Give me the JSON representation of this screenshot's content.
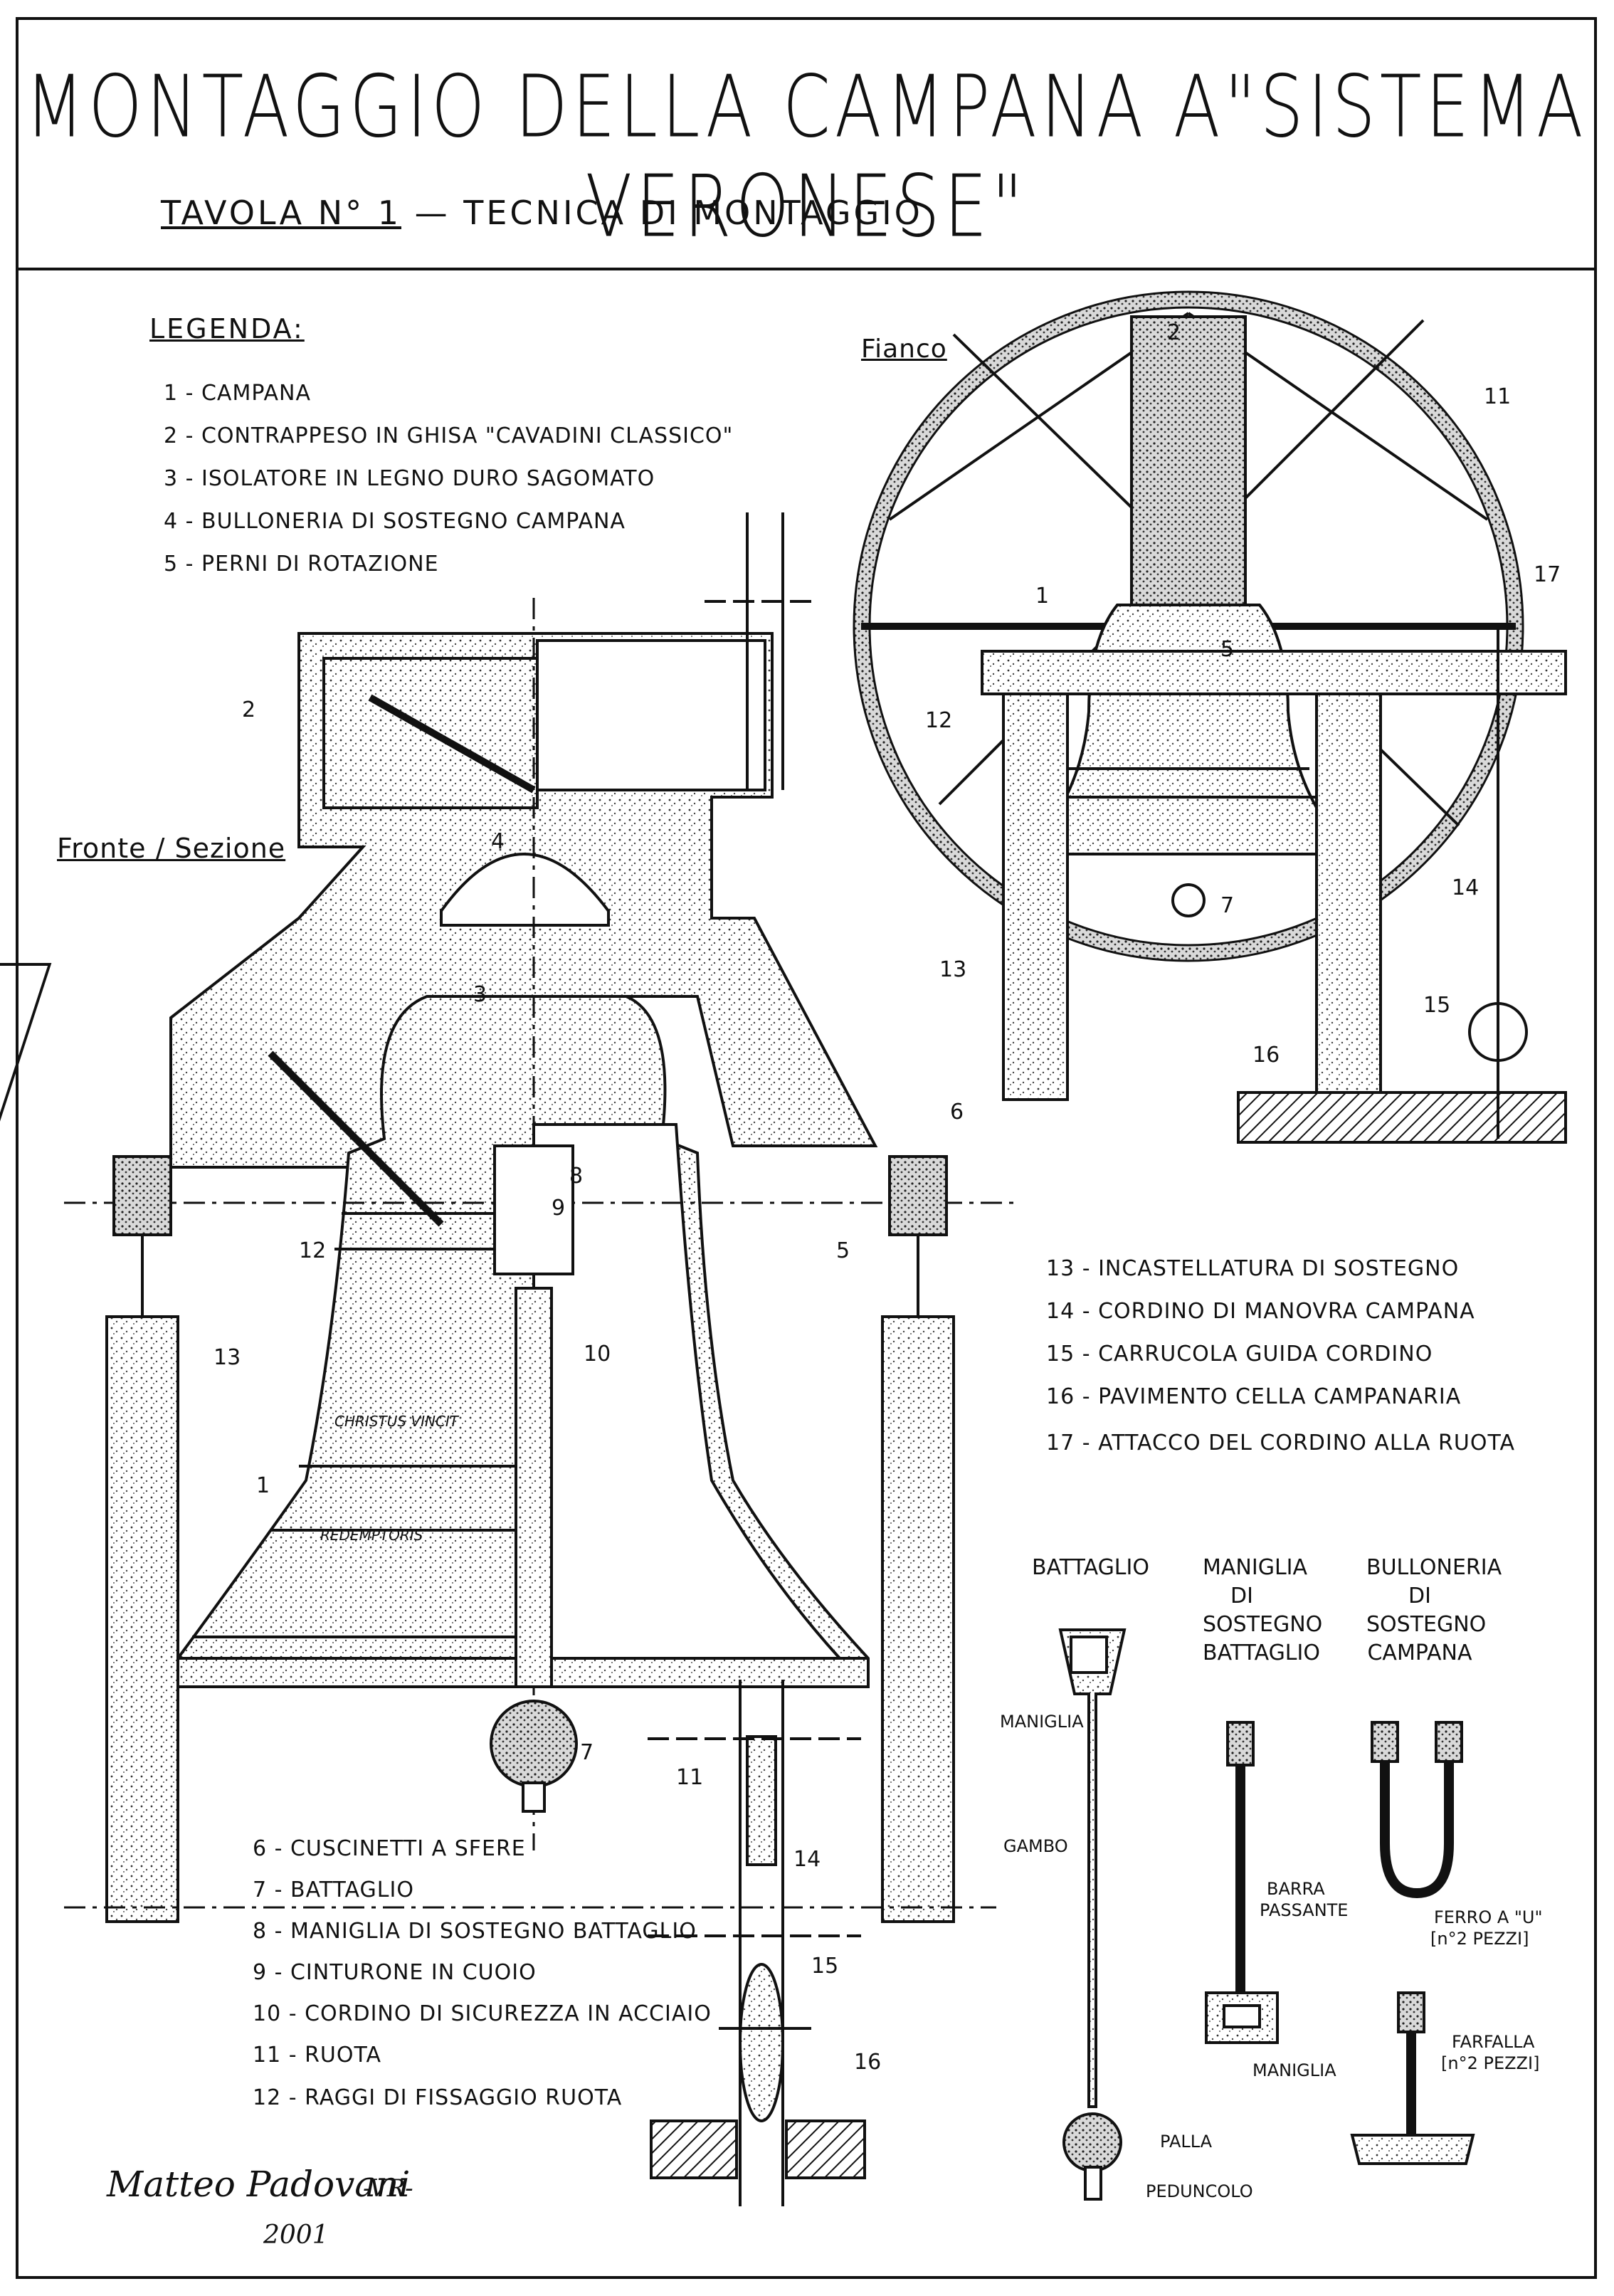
{
  "title": "MONTAGGIO DELLA CAMPANA A\"SISTEMA VERONESE\"",
  "subtitle": {
    "tavola": "TAVOLA N° 1",
    "dash": "—",
    "text": "TECNICA DI MONTAGGIO"
  },
  "legend_heading": "LEGENDA:",
  "views": {
    "front": "Fronte / Sezione",
    "side": "Fianco"
  },
  "legend_top": [
    "1 - CAMPANA",
    "2 - CONTRAPPESO IN GHISA \"CAVADINI CLASSICO\"",
    "3 - ISOLATORE IN LEGNO DURO SAGOMATO",
    "4 - BULLONERIA DI SOSTEGNO CAMPANA",
    "5 - PERNI DI ROTAZIONE"
  ],
  "legend_right": [
    "13 - INCASTELLATURA DI SOSTEGNO",
    "14 - CORDINO DI MANOVRA CAMPANA",
    "15 - CARRUCOLA GUIDA CORDINO",
    "16 - PAVIMENTO CELLA CAMPANARIA",
    "17 - ATTACCO DEL CORDINO ALLA RUOTA"
  ],
  "legend_bottom": [
    "6 - CUSCINETTI A SFERE",
    "7 - BATTAGLIO",
    "8 - MANIGLIA DI SOSTEGNO BATTAGLIO",
    "9 - CINTURONE IN CUOIO",
    "10 - CORDINO DI SICUREZZA IN ACCIAIO",
    "11 - RUOTA",
    "12 - RAGGI DI FISSAGGIO RUOTA"
  ],
  "detail_headings": {
    "battaglio": "BATTAGLIO",
    "maniglia": [
      "MANIGLIA",
      "DI",
      "SOSTEGNO",
      "BATTAGLIO"
    ],
    "bulloneria": [
      "BULLONERIA",
      "DI",
      "SOSTEGNO",
      "CAMPANA"
    ]
  },
  "detail_labels": {
    "maniglia": "MANIGLIA",
    "gambo": "GAMBO",
    "palla": "PALLA",
    "peduncolo": "PEDUNCOLO",
    "barra": [
      "BARRA",
      "PASSANTE"
    ],
    "maniglia2": "MANIGLIA",
    "ferro": [
      "FERRO A \"U\"",
      "[n°2 PEZZI]"
    ],
    "farfalla": [
      "FARFALLA",
      "[n°2 PEZZI]"
    ]
  },
  "bell_inscriptions": [
    "CHRISTUS VINCIT",
    "REDEMPTORIS"
  ],
  "callouts_front": [
    "2",
    "3",
    "4",
    "1",
    "12",
    "13",
    "10",
    "8",
    "9",
    "7",
    "6",
    "5"
  ],
  "callouts_side": [
    "2",
    "11",
    "17",
    "1",
    "5",
    "12",
    "7",
    "14",
    "13",
    "15",
    "16"
  ],
  "callouts_small": [
    "11",
    "14",
    "15",
    "16"
  ],
  "signature": {
    "name": "Matteo Padovani",
    "place": "-VR-",
    "year": "2001"
  },
  "colors": {
    "ink": "#111111",
    "paper": "#ffffff",
    "shade": "#9a9a9a"
  }
}
